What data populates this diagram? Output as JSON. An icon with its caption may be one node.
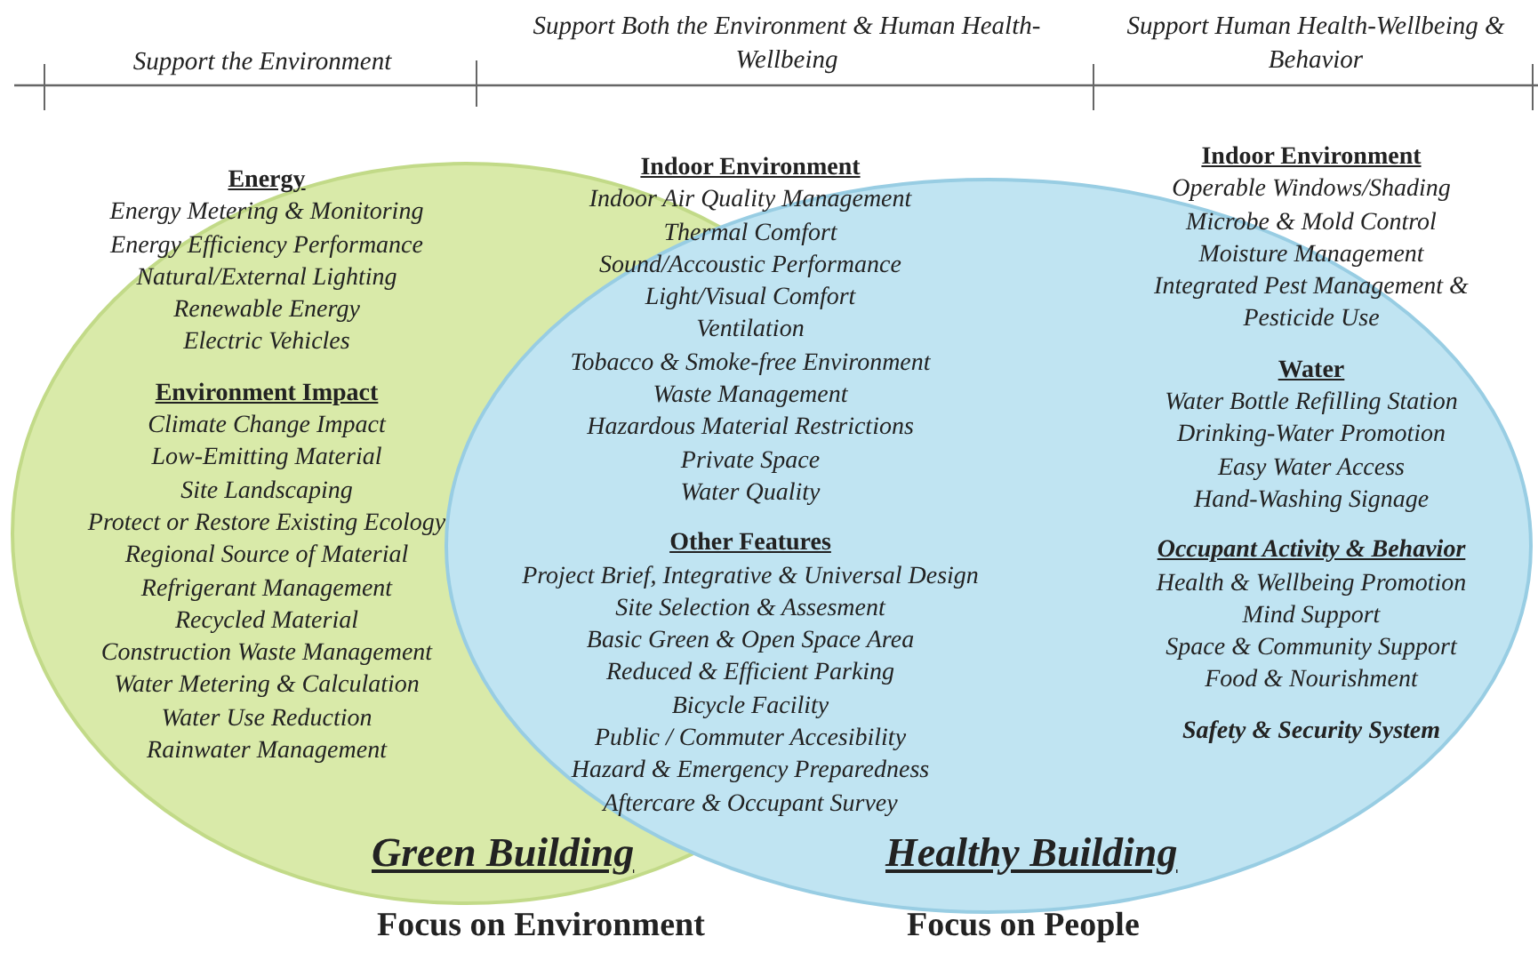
{
  "diagram": {
    "nodes": [
      {
        "text": [
          "Green Building",
          "Focus on Environment"
        ]
      },
      {
        "text": [
          "Healthy Building",
          "Focus on People"
        ]
      }
    ],
    "labels": [
      "Support the Environment",
      "Support Both the Environment & Human Health-Wellbeing",
      "Support Human Health-Wellbeing & Behavior",
      "Energy",
      "Energy Metering & Monitoring",
      "Energy Efficiency Performance",
      "Natural/External Lighting",
      "Renewable Energy",
      "Electric Vehicles",
      "Environment Impact",
      "Climate Change Impact",
      "Low-Emitting Material",
      "Site Landscaping",
      "Protect or Restore Existing Ecology",
      "Regional Source of Material",
      "Refrigerant Management",
      "Recycled Material",
      "Construction Waste Management",
      "Water Metering & Calculation",
      "Water Use Reduction",
      "Rainwater Management",
      "Indoor Environment",
      "Indoor Air Quality Management",
      "Thermal Comfort",
      "Sound/Accoustic Performance",
      "Light/Visual Comfort",
      "Ventilation",
      "Tobacco & Smoke-free Environment",
      "Waste Management",
      "Hazardous Material Restrictions",
      "Private Space",
      "Water Quality",
      "Other Features",
      "Project Brief, Integrative & Universal Design",
      "Site Selection & Assesment",
      "Basic Green & Open Space Area",
      "Reduced & Efficient Parking",
      "Bicycle Facility",
      "Public / Commuter Accesibility",
      "Hazard & Emergency Preparedness",
      "Aftercare & Occupant Survey",
      "Indoor Environment",
      "Operable Windows/Shading",
      "Microbe & Mold Control",
      "Moisture Management",
      "Integrated Pest Management & Pesticide Use",
      "Water",
      "Water Bottle Refilling Station",
      "Drinking-Water Promotion",
      "Easy Water Access",
      "Hand-Washing Signage",
      "Occupant Activity & Behavior",
      "Health & Wellbeing Promotion",
      "Mind Support",
      "Space & Community Support",
      "Food & Nourishment",
      "Safety & Security System"
    ]
  }
}
